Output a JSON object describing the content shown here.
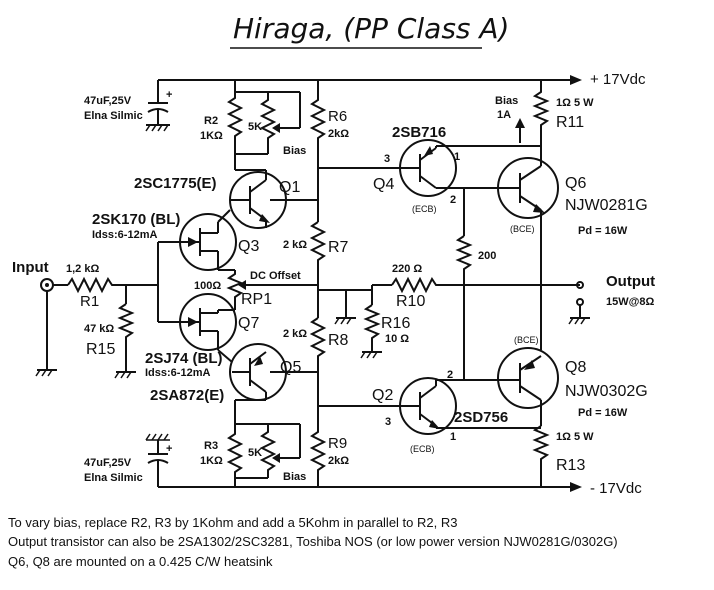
{
  "title": "Hiraga, (PP Class A)",
  "rails": {
    "positive": "+ 17Vdc",
    "negative": "- 17Vdc"
  },
  "capacitors": {
    "top": {
      "value": "47uF,25V",
      "type": "Elna Silmic",
      "polarity": "+"
    },
    "bottom": {
      "value": "47uF,25V",
      "type": "Elna Silmic",
      "polarity": "+"
    }
  },
  "bias_block_top": {
    "ref": "R2",
    "value": "1KΩ",
    "trim": "5K",
    "label": "Bias"
  },
  "bias_block_bottom": {
    "ref": "R3",
    "value": "1KΩ",
    "trim": "5K",
    "label": "Bias"
  },
  "resistors": {
    "r6": {
      "ref": "R6",
      "value": "2kΩ"
    },
    "r7": {
      "value": "2 kΩ",
      "ref": "R7"
    },
    "r8": {
      "value": "2 kΩ",
      "ref": "R8"
    },
    "r9": {
      "ref": "R9",
      "value": "2kΩ"
    },
    "r1": {
      "value": "1,2 kΩ",
      "ref": "R1"
    },
    "r15": {
      "value": "47 kΩ",
      "ref": "R15"
    },
    "rp1": {
      "value": "100Ω",
      "ref": "RP1",
      "label": "DC Offset"
    },
    "r10": {
      "value": "220 Ω",
      "ref": "R10"
    },
    "r16": {
      "ref": "R16",
      "value": "10 Ω"
    },
    "r200": {
      "value": "200"
    },
    "r11": {
      "value": "1Ω  5 W",
      "ref": "R11"
    },
    "r13": {
      "value": "1Ω  5 W",
      "ref": "R13"
    }
  },
  "transistors": {
    "q1": {
      "part": "2SC1775(E)",
      "ref": "Q1"
    },
    "q3": {
      "part": "2SK170 (BL)",
      "spec": "Idss:6-12mA",
      "ref": "Q3"
    },
    "q7": {
      "part": "2SJ74 (BL)",
      "spec": "Idss:6-12mA",
      "ref": "Q7"
    },
    "q5": {
      "part": "2SA872(E)",
      "ref": "Q5"
    },
    "q4": {
      "part": "2SB716",
      "ref": "Q4",
      "pinout": "(ECB)",
      "pin_b": "3",
      "pin_e": "1",
      "pin_c": "2"
    },
    "q2": {
      "part": "2SD756",
      "ref": "Q2",
      "pinout": "(ECB)",
      "pin_b": "3",
      "pin_e": "1",
      "pin_c": "2"
    },
    "q6": {
      "ref": "Q6",
      "part": "NJW0281G",
      "pinout": "(BCE)",
      "pd": "Pd = 16W"
    },
    "q8": {
      "ref": "Q8",
      "part": "NJW0302G",
      "pinout": "(BCE)",
      "pd": "Pd = 16W"
    }
  },
  "bias_current": {
    "label": "Bias",
    "value": "1A"
  },
  "input": {
    "label": "Input"
  },
  "output": {
    "label": "Output",
    "power": "15W@8Ω"
  },
  "notes": [
    "To vary bias, replace R2, R3 by 1Kohm and add a 5Kohm in parallel to R2, R3",
    "Output transistor can also be 2SA1302/2SC3281, Toshiba NOS (or low power version NJW0281G/0302G)",
    "Q6, Q8 are mounted on a  0.425 C/W heatsink"
  ]
}
